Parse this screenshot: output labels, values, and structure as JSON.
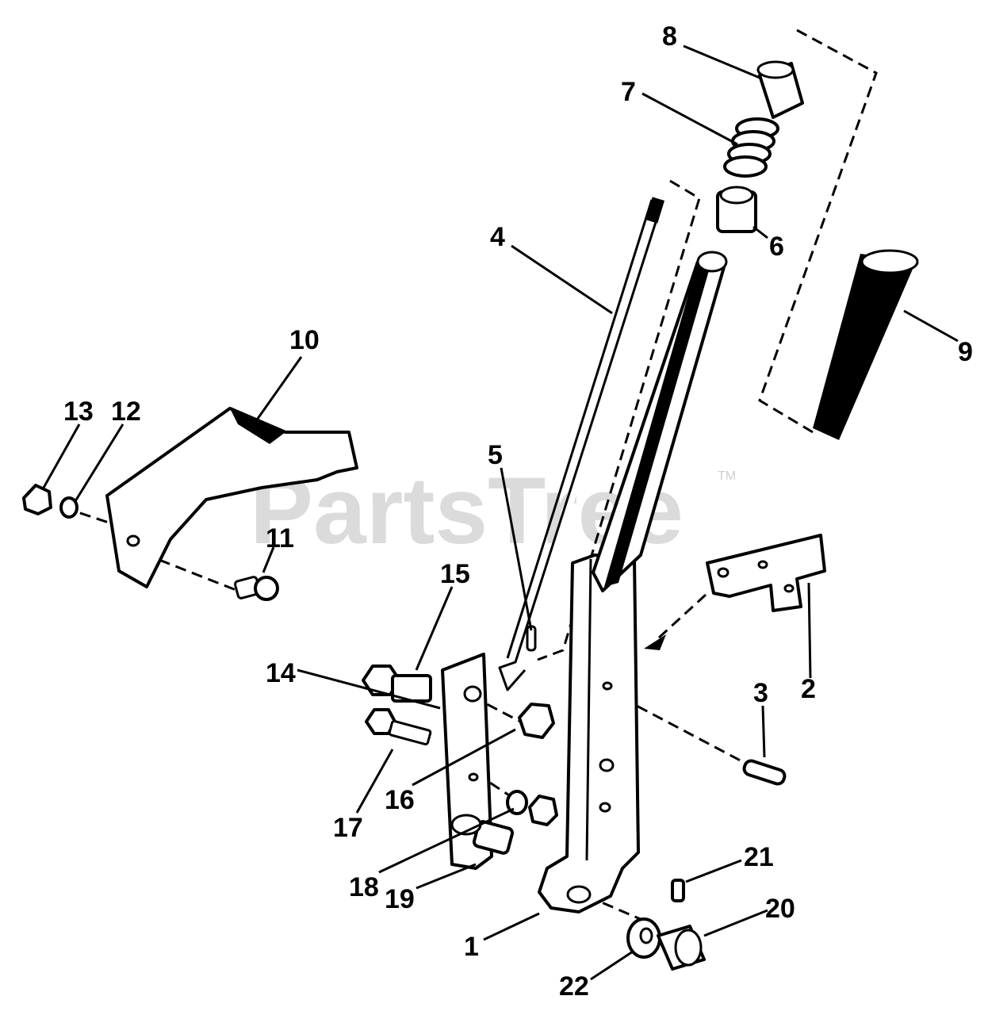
{
  "watermark": {
    "text": "PartsTree",
    "mark": "TM"
  },
  "callouts": {
    "c1": "1",
    "c2": "2",
    "c3": "3",
    "c4": "4",
    "c5": "5",
    "c6": "6",
    "c7": "7",
    "c8": "8",
    "c9": "9",
    "c10": "10",
    "c11": "11",
    "c12": "12",
    "c13": "13",
    "c14": "14",
    "c15": "15",
    "c16": "16",
    "c17": "17",
    "c18": "18",
    "c19": "19",
    "c20": "20",
    "c21": "21",
    "c22": "22"
  }
}
